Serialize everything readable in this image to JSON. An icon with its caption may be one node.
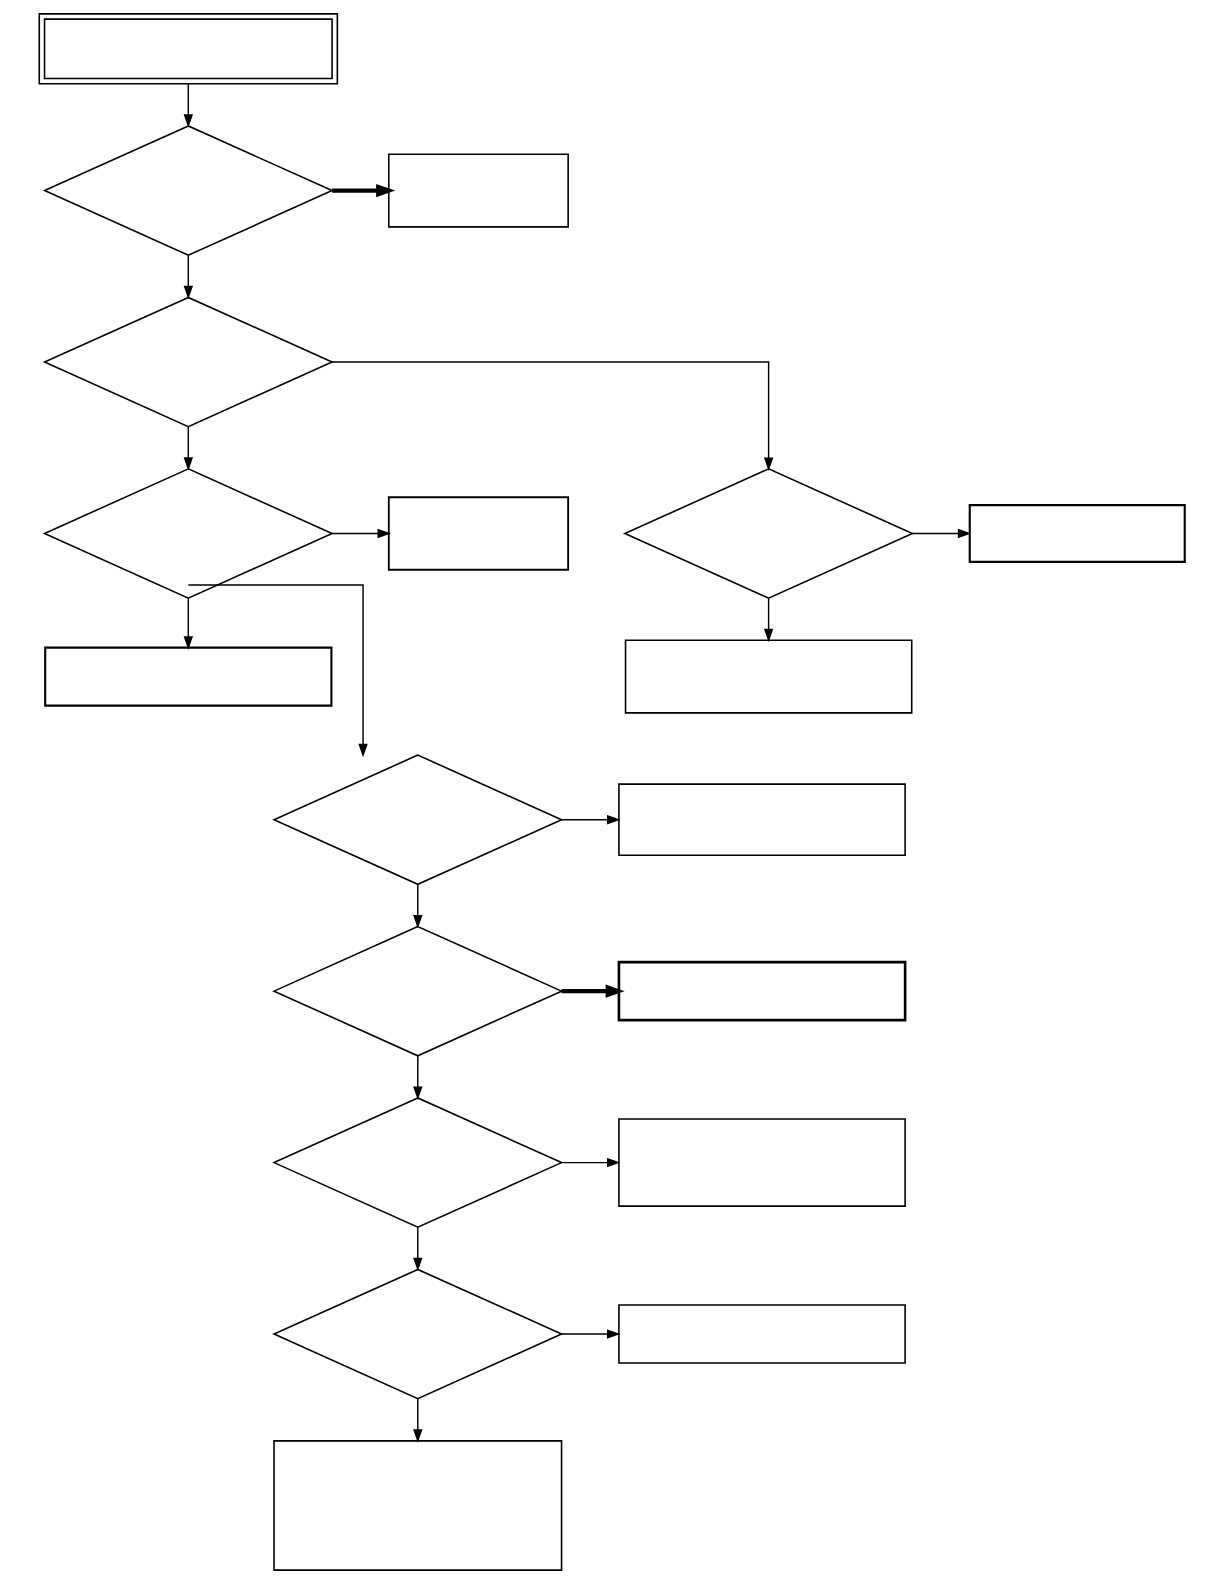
{
  "diagram": {
    "nodes": [
      {
        "text": [],
        "shape": "box"
      },
      {
        "text": [],
        "shape": "diamond"
      },
      {
        "text": [],
        "shape": "box"
      },
      {
        "text": [],
        "shape": "diamond"
      },
      {
        "text": [],
        "shape": "diamond"
      },
      {
        "text": [],
        "shape": "box"
      },
      {
        "text": [],
        "shape": "diamond"
      },
      {
        "text": [],
        "shape": "box"
      },
      {
        "text": [],
        "shape": "box"
      },
      {
        "text": [],
        "shape": "box"
      },
      {
        "text": [],
        "shape": "diamond"
      },
      {
        "text": [],
        "shape": "box"
      },
      {
        "text": [],
        "shape": "diamond"
      },
      {
        "text": [],
        "shape": "box"
      },
      {
        "text": [],
        "shape": "diamond"
      },
      {
        "text": [],
        "shape": "box"
      },
      {
        "text": [],
        "shape": "diamond"
      },
      {
        "text": [],
        "shape": "box"
      },
      {
        "text": [],
        "shape": "box"
      }
    ],
    "edges": [
      {
        "from": 0,
        "to": 1,
        "arrow": "to"
      },
      {
        "from": 1,
        "to": 2,
        "arrow": "to",
        "style": "thick"
      },
      {
        "from": 1,
        "to": 3,
        "arrow": "to"
      },
      {
        "from": 3,
        "to": 4,
        "arrow": "to"
      },
      {
        "from": 3,
        "to": 6,
        "arrow": "to"
      },
      {
        "from": 4,
        "to": 5,
        "arrow": "to"
      },
      {
        "from": 4,
        "to": 8,
        "arrow": "to"
      },
      {
        "from": 6,
        "to": 7,
        "arrow": "to"
      },
      {
        "from": 6,
        "to": 9,
        "arrow": "to"
      },
      {
        "from": 6,
        "to": 10,
        "arrow": "to"
      },
      {
        "from": 10,
        "to": 11,
        "arrow": "to"
      },
      {
        "from": 10,
        "to": 12,
        "arrow": "to"
      },
      {
        "from": 12,
        "to": 13,
        "arrow": "to",
        "style": "thick"
      },
      {
        "from": 12,
        "to": 14,
        "arrow": "to"
      },
      {
        "from": 14,
        "to": 15,
        "arrow": "to"
      },
      {
        "from": 14,
        "to": 16,
        "arrow": "to"
      },
      {
        "from": 16,
        "to": 17,
        "arrow": "to"
      },
      {
        "from": 16,
        "to": 18,
        "arrow": "to"
      }
    ]
  }
}
